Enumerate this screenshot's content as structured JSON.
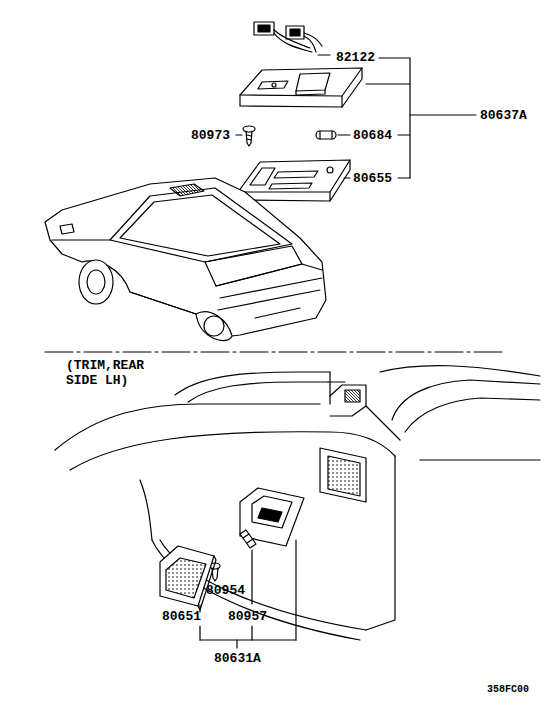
{
  "diagram": {
    "labels": [
      "82122",
      "80637A",
      "80973",
      "80684",
      "80655",
      "(TRIM,REAR SIDE LH)",
      "80954",
      "80651",
      "80957",
      "80631A",
      "358FC00"
    ]
  }
}
